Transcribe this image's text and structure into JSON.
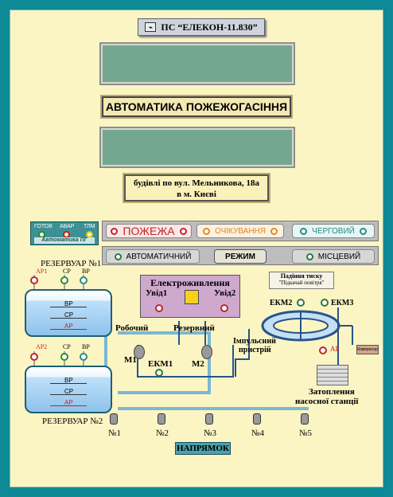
{
  "header": {
    "title": "ПС “ЕЛЕКОН-11.830”"
  },
  "main_title": "АВТОМАТИКА ПОЖЕЖОГАСІННЯ",
  "address": {
    "line1": "будівлі по вул. Мельникова, 18а",
    "line2": "в м. Києві"
  },
  "status_block": {
    "labels": [
      "ГОТОВ",
      "АВАР",
      "ТЛМ"
    ],
    "footer": "Автоматика ПГ",
    "colors": [
      "#2a8a3a",
      "#c0242a",
      "#d9c21a"
    ]
  },
  "indicators": {
    "fire": "ПОЖЕЖА",
    "waiting": "ОЧІКУВАННЯ",
    "duty": "ЧЕРГОВИЙ",
    "automatic": "АВТОМАТИЧНИЙ",
    "mode": "РЕЖИМ",
    "local": "МІСЦЕВИЙ"
  },
  "reservoir1": {
    "title": "РЕЗЕРВУАР №1",
    "leds": [
      "АР1",
      "СР",
      "ВР"
    ],
    "levels": [
      "ВР",
      "СР",
      "АР"
    ]
  },
  "reservoir2": {
    "title": "РЕЗЕРВУАР №2",
    "leds": [
      "АР2",
      "СР",
      "ВР"
    ],
    "levels": [
      "ВР",
      "СР",
      "АР"
    ]
  },
  "power": {
    "title": "Електроживлення",
    "input1": "Увід1",
    "input2": "Увід2"
  },
  "pumps": {
    "working": "Робочий",
    "reserve": "Резервний",
    "m1": "М1",
    "m2": "М2",
    "ekm1": "ЕКМ1"
  },
  "pressure": {
    "title": "Падіння тиску",
    "subtitle": "\"Підкачай повітря\"",
    "ekm2": "ЕКМ2",
    "ekm3": "ЕКМ3"
  },
  "impulse": {
    "line1": "Імпульсний",
    "line2": "пристрій"
  },
  "compressor": "Компресор",
  "flooding": {
    "led": "АР",
    "line1": "Затоплення",
    "line2": "насосної станції"
  },
  "directions": {
    "labels": [
      "№1",
      "№2",
      "№3",
      "№4",
      "№5"
    ],
    "button": "НАПРЯМОК"
  }
}
